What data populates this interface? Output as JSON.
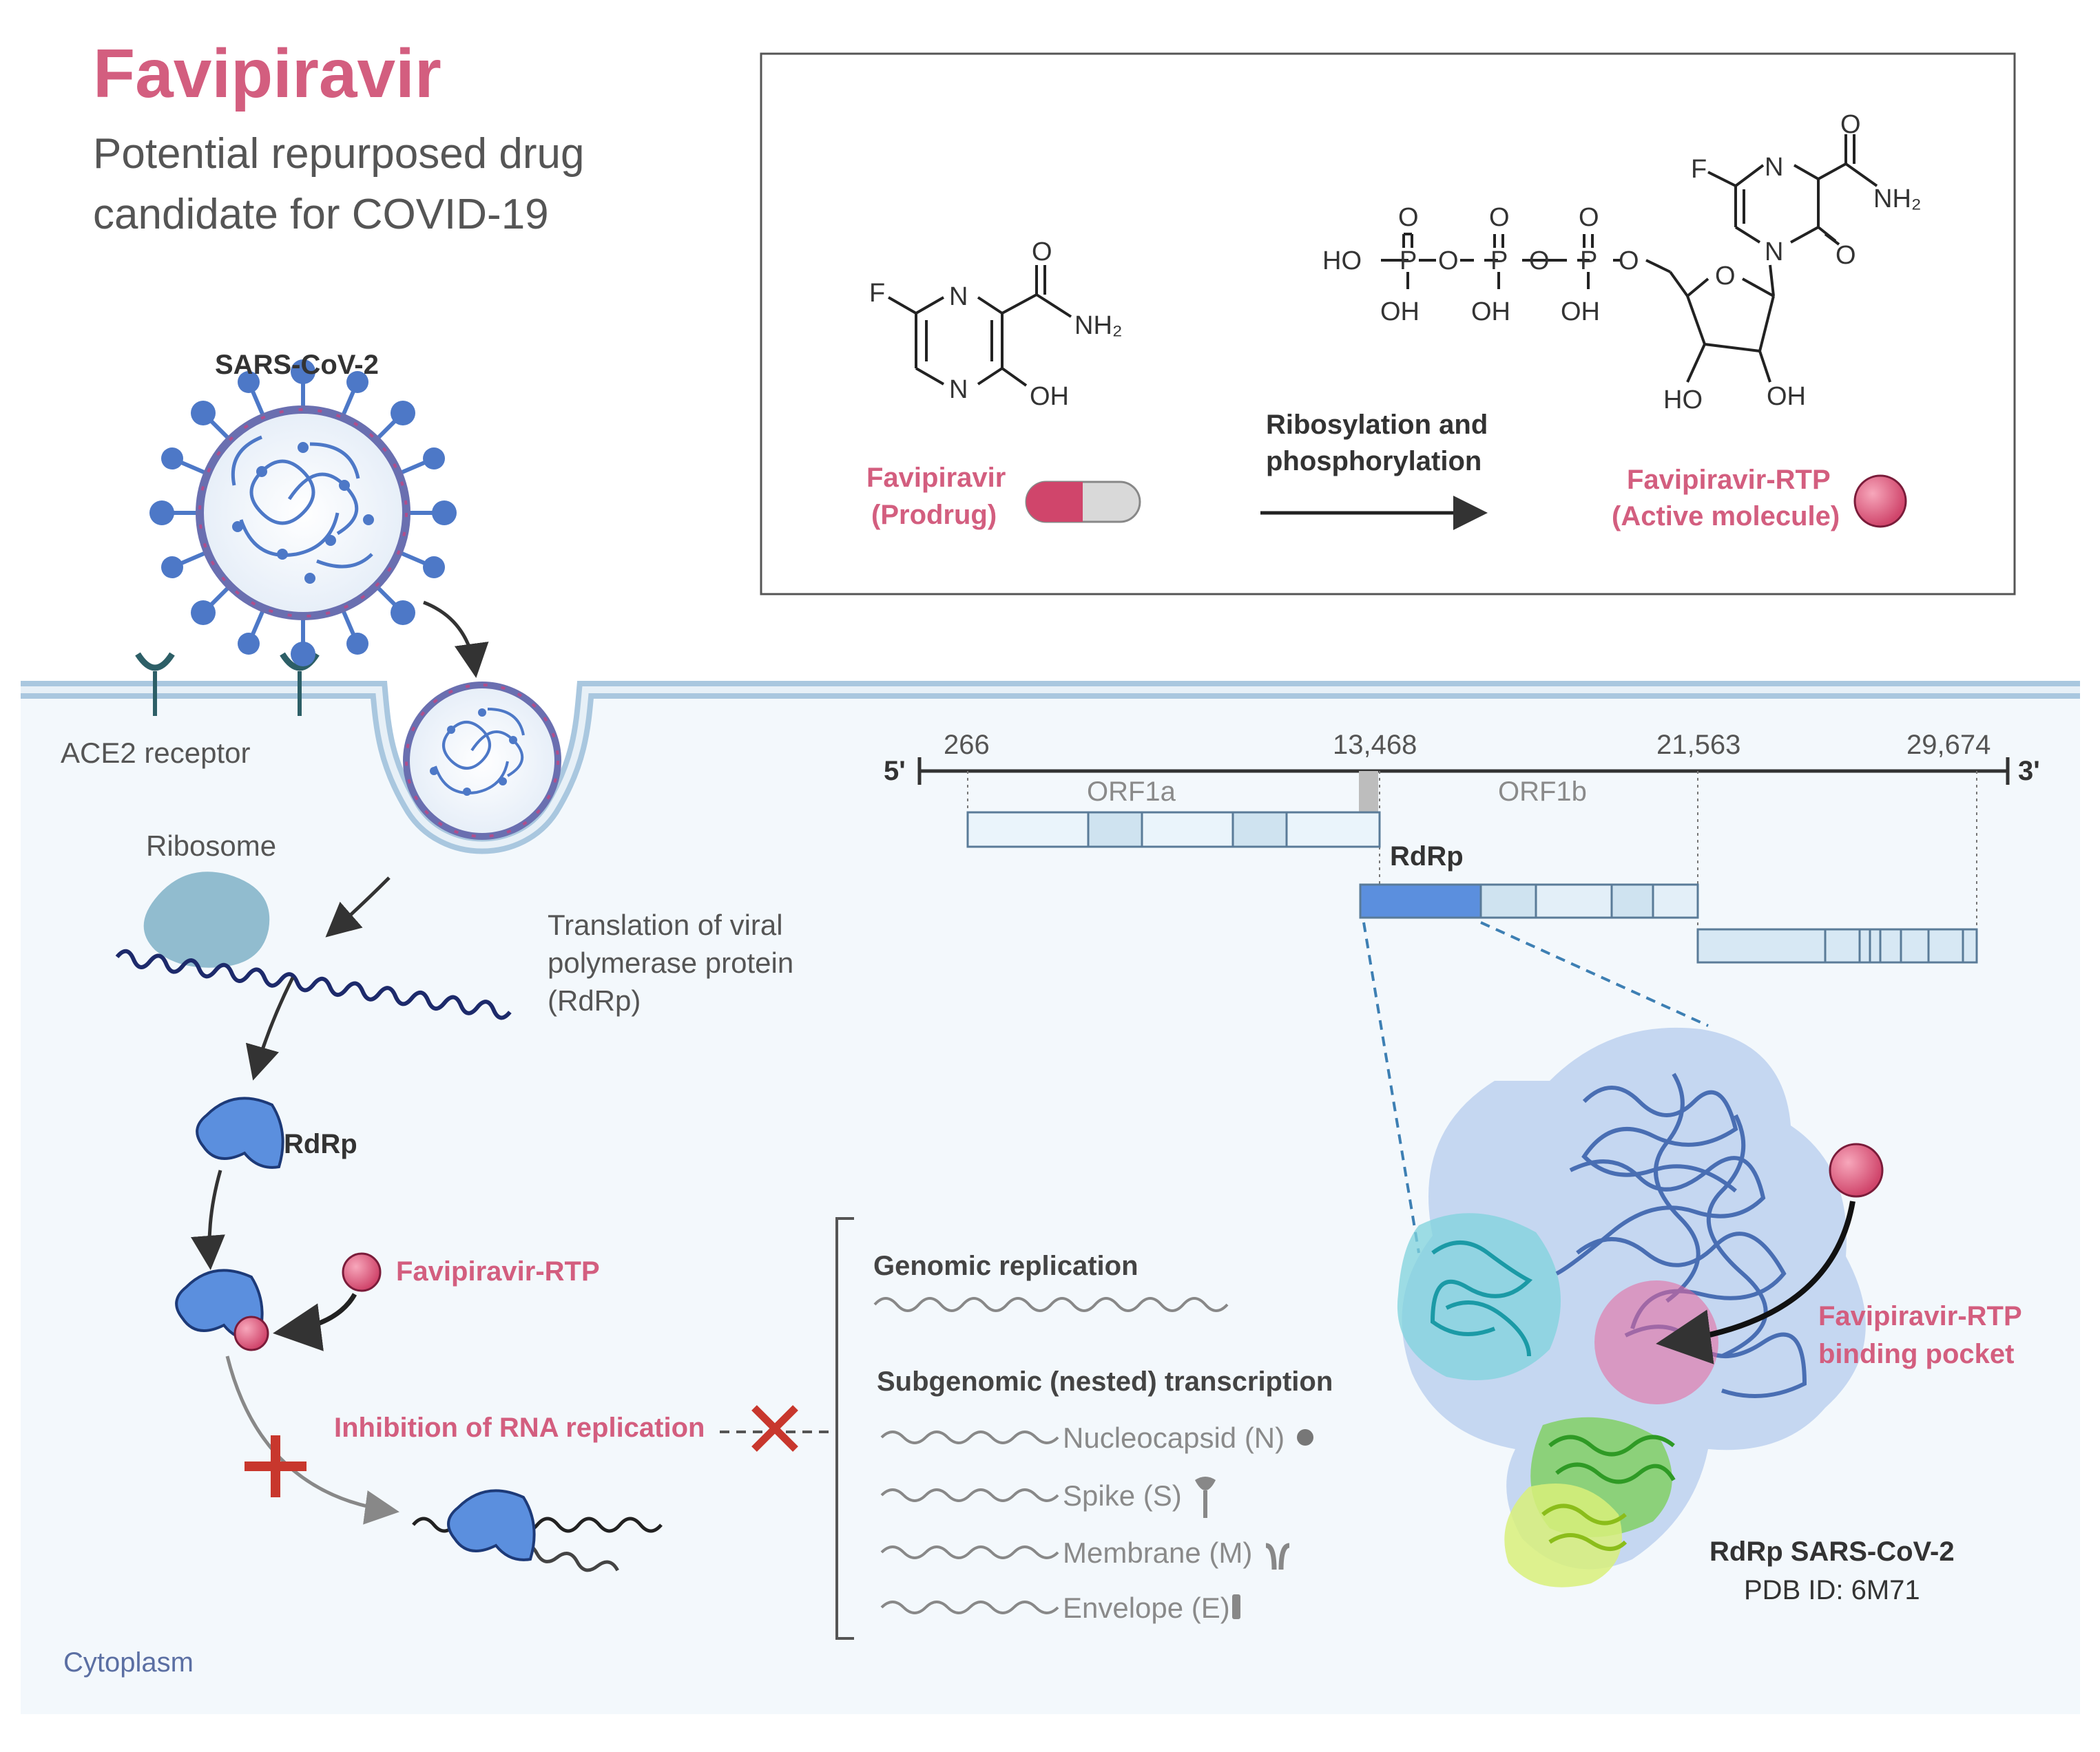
{
  "header": {
    "title": "Favipiravir",
    "subtitle": "Potential repurposed drug candidate for COVID-19"
  },
  "chemistry_box": {
    "prodrug_name": "Favipiravir",
    "prodrug_note": "(Prodrug)",
    "reaction_line1": "Ribosylation and",
    "reaction_line2": "phosphorylation",
    "active_name": "Favipiravir-RTP",
    "active_note": "(Active molecule)",
    "atoms": {
      "F": "F",
      "N": "N",
      "O": "O",
      "NH2": "NH₂",
      "OH": "OH",
      "HO": "HO",
      "P": "P"
    }
  },
  "cell": {
    "virus_label": "SARS-CoV-2",
    "receptor_label": "ACE2 receptor",
    "ribosome_label": "Ribosome",
    "translation_line1": "Translation of viral",
    "translation_line2": "polymerase protein",
    "translation_line3": "(RdRp)",
    "rdrp_label": "RdRp",
    "drug_label": "Favipiravir-RTP",
    "inhibition_label": "Inhibition of RNA replication",
    "cytoplasm_label": "Cytoplasm"
  },
  "genome_map": {
    "five_prime": "5'",
    "three_prime": "3'",
    "positions": [
      "266",
      "13,468",
      "21,563",
      "29,674"
    ],
    "orf1a": "ORF1a",
    "orf1b": "ORF1b",
    "rdrp_label": "RdRp"
  },
  "replication": {
    "genomic_heading": "Genomic replication",
    "subgenomic_heading": "Subgenomic (nested) transcription",
    "products": [
      "Nucleocapsid (N)",
      "Spike (S)",
      "Membrane (M)",
      "Envelope (E)"
    ]
  },
  "structure": {
    "pocket_line1": "Favipiravir-RTP",
    "pocket_line2": "binding pocket",
    "name": "RdRp SARS-CoV-2",
    "pdb": "PDB ID: 6M71"
  },
  "colors": {
    "accent_pink": "#d35e7f",
    "rdrp_blue": "#5b8fde",
    "membrane": "#a9c7df",
    "cytoplasm_bg": "#f3f8fc",
    "inhibit_red": "#c8372d"
  }
}
